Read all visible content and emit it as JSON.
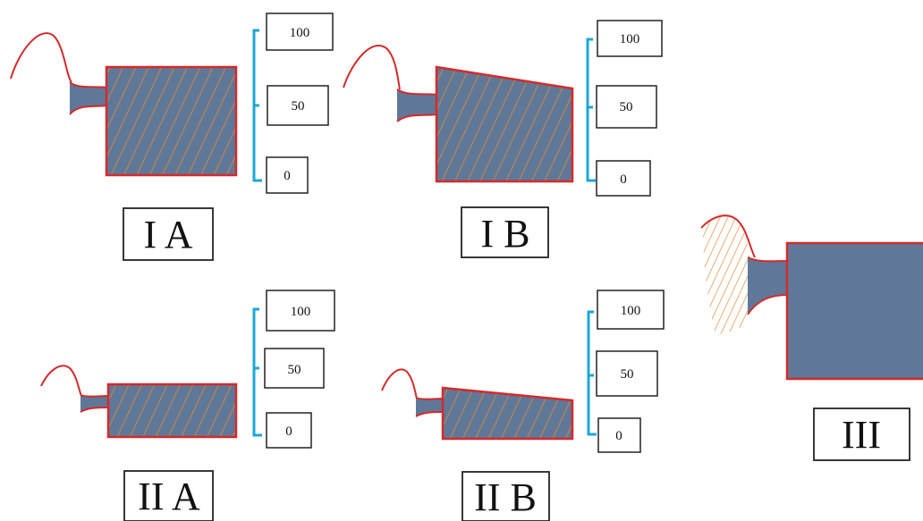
{
  "colors": {
    "fill": "#5f7898",
    "outline": "#d42a2a",
    "hatch": "#e08a3c",
    "scale": "#1ea6d6",
    "box_border": "#222222",
    "text": "#111111"
  },
  "scale_labels": {
    "top": "100",
    "middle": "50",
    "bottom": "0"
  },
  "panels": {
    "ia": {
      "label": "I A"
    },
    "ib": {
      "label": "I B"
    },
    "iia": {
      "label": "II A"
    },
    "iib": {
      "label": "II B"
    },
    "iii": {
      "label": "III"
    }
  }
}
